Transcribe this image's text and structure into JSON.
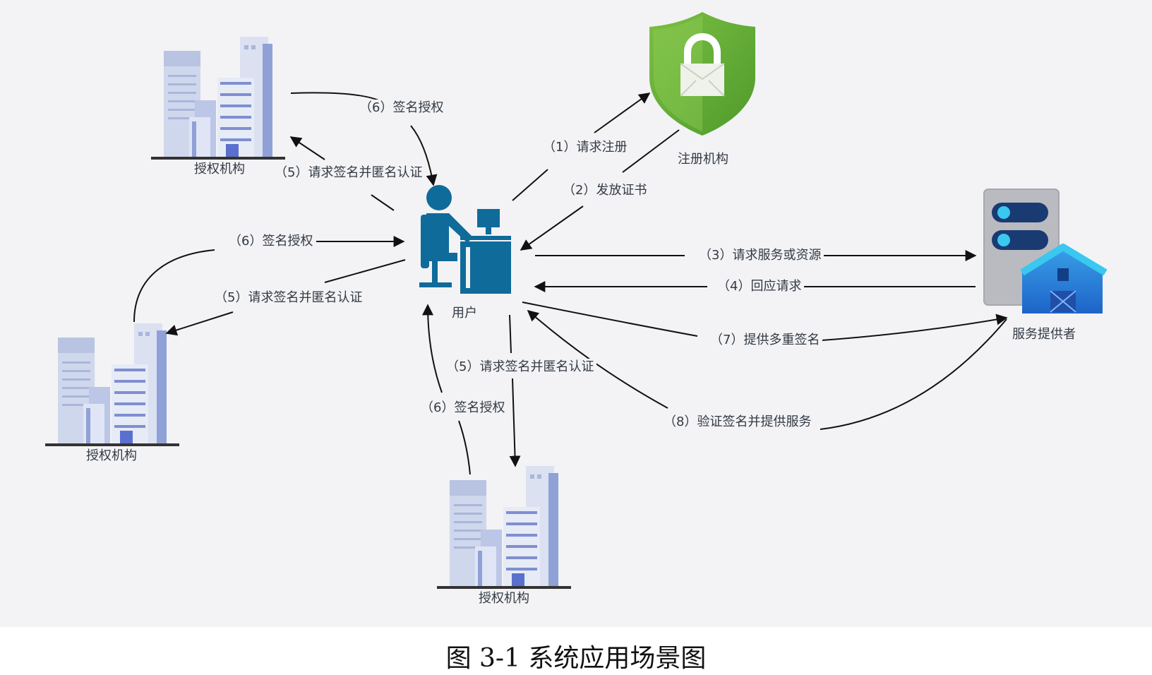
{
  "colors": {
    "panel_bg": "#f3f3f5",
    "user_blue": "#0f6b9a",
    "shield_green": "#6aad3a",
    "server_gray": "#b7b9bf",
    "building_blue": "#c9d2ea",
    "arrow": "#111111"
  },
  "nodes": {
    "user": {
      "label": "用户",
      "icon": "user-at-desk-icon"
    },
    "registry": {
      "label": "注册机构",
      "icon": "green-shield-lock-icon"
    },
    "provider": {
      "label": "服务提供者",
      "icon": "server-barn-icon"
    },
    "auth_top": {
      "label": "授权机构",
      "icon": "buildings-icon"
    },
    "auth_left": {
      "label": "授权机构",
      "icon": "buildings-icon"
    },
    "auth_bottom": {
      "label": "授权机构",
      "icon": "buildings-icon"
    }
  },
  "edges": [
    {
      "id": "e1",
      "label": "（1）请求注册"
    },
    {
      "id": "e2",
      "label": "（2）发放证书"
    },
    {
      "id": "e3",
      "label": "（3）请求服务或资源"
    },
    {
      "id": "e4",
      "label": "（4）回应请求"
    },
    {
      "id": "e5_top",
      "label": "（5）请求签名并匿名认证"
    },
    {
      "id": "e6_top",
      "label": "（6）签名授权"
    },
    {
      "id": "e5_left",
      "label": "（5）请求签名并匿名认证"
    },
    {
      "id": "e6_left",
      "label": "（6）签名授权"
    },
    {
      "id": "e5_bottom",
      "label": "（5）请求签名并匿名认证"
    },
    {
      "id": "e6_bottom",
      "label": "（6）签名授权"
    },
    {
      "id": "e7",
      "label": "（7）提供多重签名"
    },
    {
      "id": "e8",
      "label": "（8）验证签名并提供服务"
    }
  ],
  "caption": "图 3-1 系统应用场景图"
}
